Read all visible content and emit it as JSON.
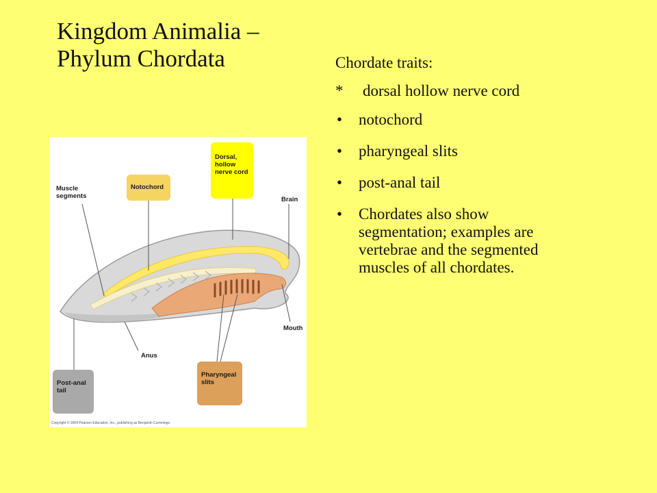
{
  "slide": {
    "title_line1": "Kingdom Animalia –",
    "title_line2": "Phylum Chordata"
  },
  "traits": {
    "heading": "Chordate traits:",
    "star_mark": "*",
    "star_item": "dorsal hollow nerve cord",
    "bullet_glyph": "•",
    "items": [
      "notochord",
      "pharyngeal slits",
      "post-anal tail",
      "Chordates also show segmentation; examples are vertebrae and the segmented muscles of all chordates."
    ]
  },
  "figure": {
    "labels": {
      "muscle_segments": "Muscle segments",
      "notochord": "Notochord",
      "dorsal_nerve_cord": "Dorsal, hollow nerve cord",
      "brain": "Brain",
      "mouth": "Mouth",
      "anus": "Anus",
      "post_anal_tail": "Post-anal tail",
      "pharyngeal_slits": "Pharyngeal slits"
    },
    "copyright": "Copyright © 2004 Pearson Education, Inc., publishing as Benjamin Cummings.",
    "colors": {
      "notochord_box": "#f5d462",
      "nerve_cord_box": "#ffff00",
      "pharyngeal_box": "#dca05a",
      "tail_box": "#a9a9a9",
      "pharynx": "#eba877",
      "body": "#d9d9d9"
    }
  }
}
